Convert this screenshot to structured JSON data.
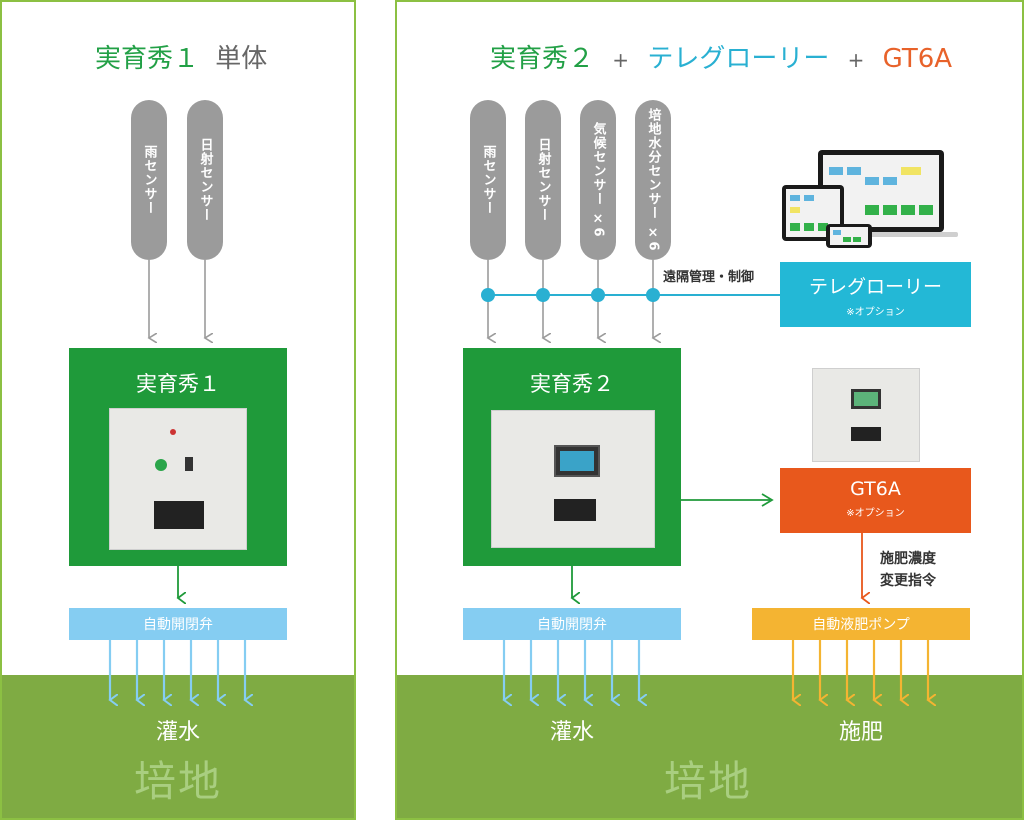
{
  "left_panel": {
    "title_main": "実育秀１",
    "title_sub": "単体",
    "sensors": [
      "雨センサー",
      "日射センサー"
    ],
    "controller_label": "実育秀１",
    "valve_label": "自動開閉弁",
    "water_label": "灌水",
    "ground_label": "培地"
  },
  "right_panel": {
    "title_part1": "実育秀２",
    "plus1": "+",
    "title_part2": "テレグローリー",
    "plus2": "+",
    "title_part3": "GT6A",
    "sensors": [
      "雨センサー",
      "日射センサー",
      "気候センサー ×6",
      "培地水分センサー ×6"
    ],
    "remote_label": "遠隔管理・制御",
    "telegrory_label": "テレグローリー",
    "telegrory_note": "※オプション",
    "controller_label": "実育秀２",
    "gt6a_label": "GT6A",
    "gt6a_note": "※オプション",
    "command_line1": "施肥濃度",
    "command_line2": "変更指令",
    "valve_label": "自動開閉弁",
    "pump_label": "自動液肥ポンプ",
    "water_label": "灌水",
    "fert_label": "施肥",
    "ground_label": "培地"
  },
  "colors": {
    "panel_border": "#8cc043",
    "ground": "#7fab43",
    "controller_green": "#1f9a3a",
    "title_green": "#22a046",
    "title_cyan": "#29b0d2",
    "title_orange": "#e8622a",
    "telegrory_box": "#23b8d6",
    "gt6a_box": "#e8581c",
    "valve_blue": "#85cdf2",
    "pump_orange": "#f4b432",
    "sensor_gray": "#9b9b9b"
  }
}
